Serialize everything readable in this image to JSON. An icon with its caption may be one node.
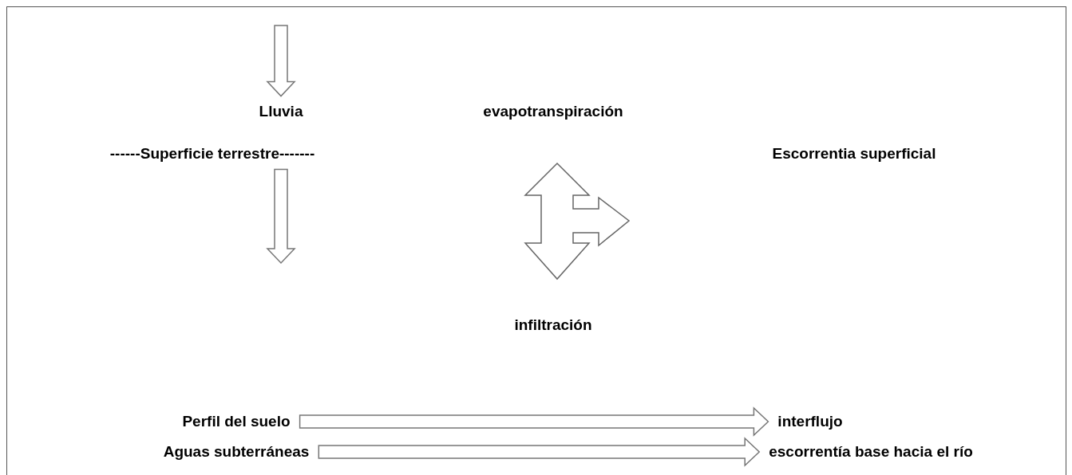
{
  "diagram": {
    "nodes": [
      {
        "text": [
          "Lluvia"
        ]
      },
      {
        "text": [
          "evapotranspiración"
        ]
      },
      {
        "text": [
          "------Superficie terrestre-------"
        ]
      },
      {
        "text": [
          "Escorrentia superficial"
        ]
      },
      {
        "text": [],
        "shape": "arrow"
      },
      {
        "text": [
          "infiltración"
        ]
      },
      {
        "text": [
          "Perfil del suelo"
        ]
      },
      {
        "text": [
          "interflujo"
        ]
      },
      {
        "text": [
          "Aguas subterráneas"
        ]
      },
      {
        "text": [
          "escorrentía base hacia el río"
        ]
      }
    ],
    "edges": [
      {
        "from": null,
        "to": 0,
        "arrow": "to"
      },
      {
        "from": 2,
        "to": null,
        "arrow": "to"
      },
      {
        "from": 6,
        "to": 7,
        "arrow": "to"
      },
      {
        "from": 8,
        "to": 9,
        "arrow": "to"
      }
    ]
  }
}
